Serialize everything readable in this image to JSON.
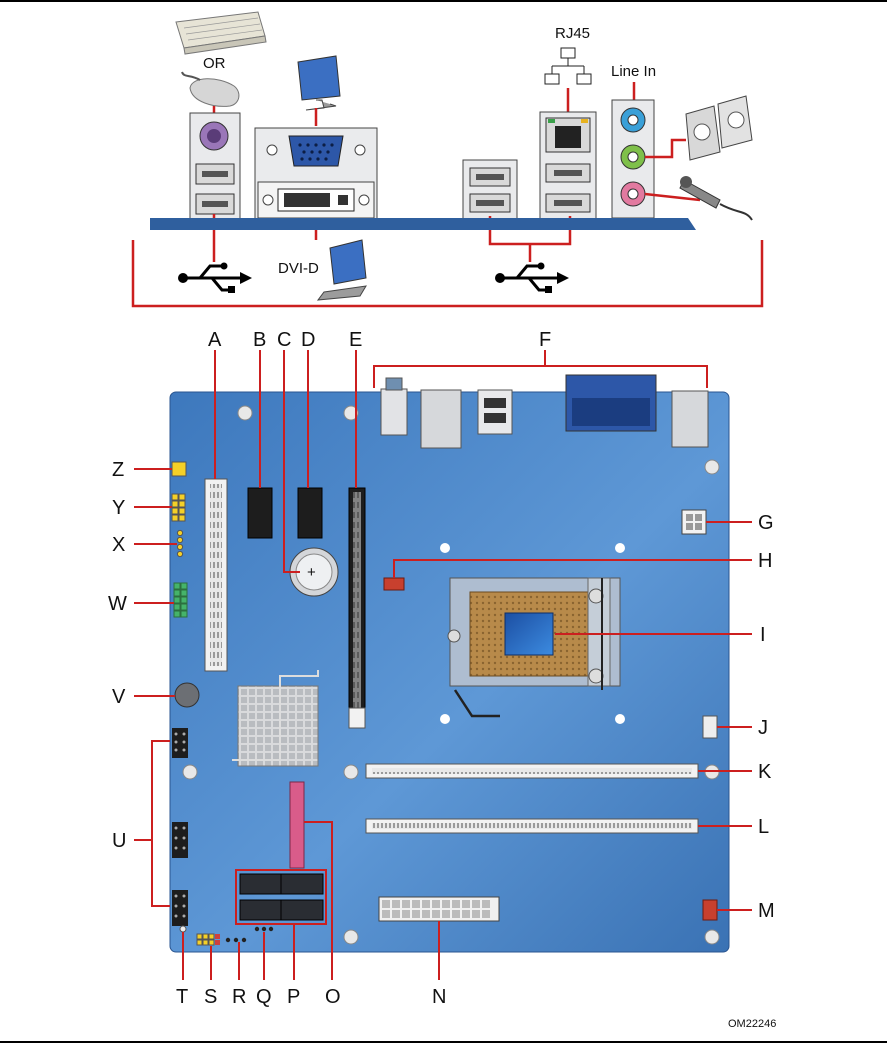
{
  "io_labels": {
    "or": "OR",
    "rj45": "RJ45",
    "line_in": "Line In",
    "dvi_d": "DVI-D"
  },
  "callouts": [
    "A",
    "B",
    "C",
    "D",
    "E",
    "F",
    "G",
    "H",
    "I",
    "J",
    "K",
    "L",
    "M",
    "N",
    "O",
    "P",
    "Q",
    "R",
    "S",
    "T",
    "U",
    "V",
    "W",
    "X",
    "Y",
    "Z"
  ],
  "figure_id": "OM22246",
  "colors": {
    "board": "#4e87c9",
    "board_dark": "#2f5f9e",
    "leader": "#cc1f1f",
    "port_gray": "#c9ccd0",
    "vga_blue": "#2d57a8"
  }
}
